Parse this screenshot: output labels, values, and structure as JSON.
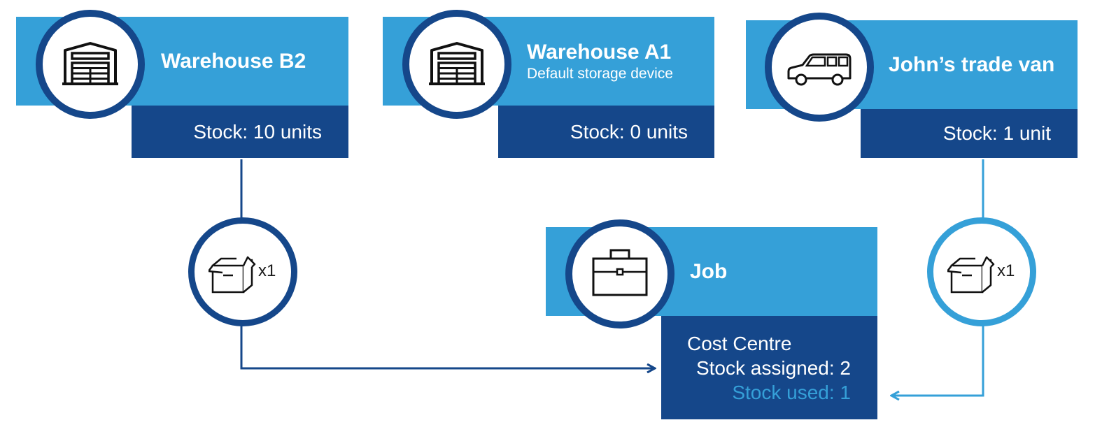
{
  "nodes": {
    "warehouse_b2": {
      "title": "Warehouse B2",
      "stock": "Stock: 10 units",
      "icon": "warehouse-icon"
    },
    "warehouse_a1": {
      "title": "Warehouse A1",
      "subtitle": "Default storage device",
      "stock": "Stock: 0 units",
      "icon": "warehouse-icon"
    },
    "trade_van": {
      "title": "John’s trade van",
      "stock": "Stock: 1 unit",
      "icon": "van-icon"
    },
    "job": {
      "title": "Job",
      "icon": "briefcase-icon",
      "cost_centre": "Cost Centre",
      "stock_assigned": "Stock assigned: 2",
      "stock_used": "Stock used: 1"
    }
  },
  "transfers": [
    {
      "qty": "x1",
      "icon": "box-icon",
      "from": "Warehouse B2",
      "to": "Job"
    },
    {
      "qty": "x1",
      "icon": "box-icon",
      "from": "John’s trade van",
      "to": "Job"
    }
  ],
  "colors": {
    "header_light": "#35a0d8",
    "panel_dark": "#15478a",
    "ring_dark": "#15478a",
    "ring_light": "#35a0d8",
    "stock_used_text": "#35a0d8"
  }
}
